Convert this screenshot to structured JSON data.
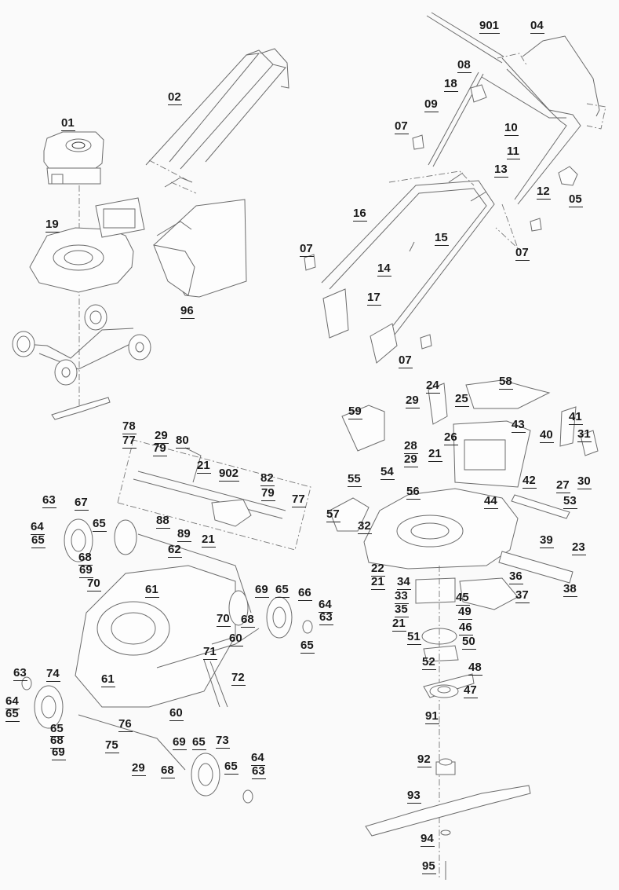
{
  "diagram": {
    "type": "exploded-parts-diagram",
    "subject": "lawn mower",
    "sections": [
      {
        "name": "overview",
        "labels": [
          "01",
          "02",
          "19",
          "96"
        ],
        "parts": [
          "engine",
          "handle assembly",
          "deck",
          "grass catcher"
        ]
      },
      {
        "name": "handle",
        "labels": [
          "901",
          "04",
          "08",
          "18",
          "09",
          "07",
          "10",
          "11",
          "13",
          "12",
          "05",
          "16",
          "15",
          "14",
          "17",
          "07",
          "07",
          "07"
        ]
      },
      {
        "name": "deck",
        "labels": [
          "24",
          "58",
          "29",
          "25",
          "59",
          "26",
          "43",
          "41",
          "40",
          "31",
          "28",
          "29",
          "21",
          "54",
          "55",
          "56",
          "42",
          "27",
          "30",
          "57",
          "44",
          "53",
          "32",
          "39",
          "23",
          "22",
          "21",
          "36",
          "34",
          "33",
          "45",
          "37",
          "38",
          "35",
          "21",
          "49",
          "46",
          "51",
          "50",
          "52"
        ]
      },
      {
        "name": "blade",
        "labels": [
          "48",
          "47",
          "91",
          "92",
          "93",
          "94",
          "95"
        ]
      },
      {
        "name": "drive-and-wheels",
        "labels": [
          "78",
          "77",
          "29",
          "79",
          "80",
          "21",
          "902",
          "82",
          "79",
          "77",
          "63",
          "67",
          "64",
          "65",
          "65",
          "68",
          "69",
          "70",
          "88",
          "89",
          "21",
          "62",
          "61",
          "69",
          "65",
          "66",
          "64",
          "63",
          "70",
          "68",
          "65",
          "60",
          "71",
          "72",
          "63",
          "74",
          "61",
          "64",
          "65",
          "65",
          "76",
          "68",
          "69",
          "75",
          "60",
          "69",
          "65",
          "73",
          "29",
          "68",
          "64",
          "63",
          "65"
        ]
      }
    ]
  }
}
